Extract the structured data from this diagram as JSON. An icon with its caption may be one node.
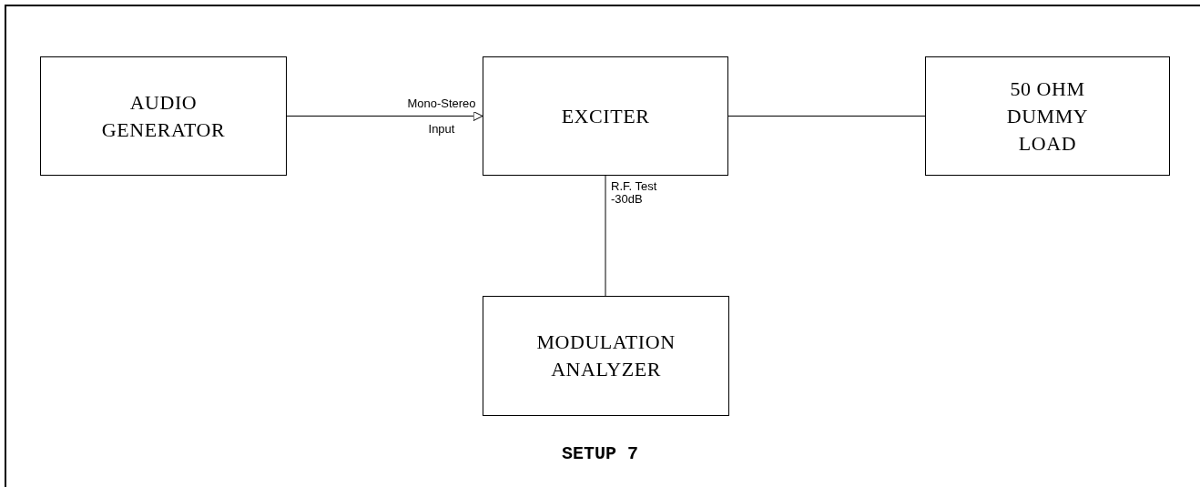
{
  "diagram": {
    "caption": "SETUP 7",
    "nodes": [
      {
        "text": [
          "AUDIO GENERATOR"
        ]
      },
      {
        "text": [
          "EXCITER"
        ]
      },
      {
        "text": [
          "50 OHM DUMMY LOAD"
        ]
      },
      {
        "text": [
          "MODULATION ANALYZER"
        ]
      }
    ],
    "edges": [
      {
        "from": 0,
        "to": 1,
        "arrow": "to",
        "label": "Mono-Stereo Input"
      },
      {
        "from": 1,
        "to": 2,
        "arrow": "none"
      },
      {
        "from": 1,
        "to": 3,
        "arrow": "none",
        "label": "R.F. Test -30dB"
      }
    ]
  }
}
